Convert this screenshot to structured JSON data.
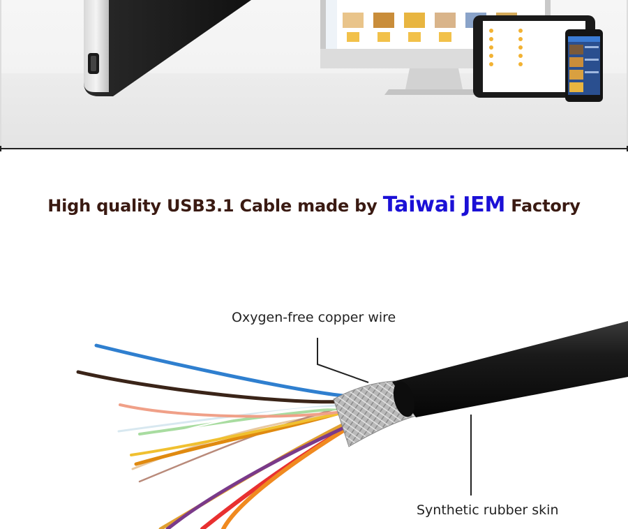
{
  "heading": {
    "before": "High quality USB3.1 Cable made by",
    "accent": "Taiwai JEM",
    "after": "Factory",
    "text_color": "#3a1a12",
    "accent_color": "#1b10d6"
  },
  "labels": {
    "copper": "Oxygen-free copper wire",
    "rubber": "Synthetic rubber skin"
  },
  "wire_colors": [
    "#2f7fcf",
    "#3a2418",
    "#f0a088",
    "#a8dca0",
    "#f0c030",
    "#e08a10",
    "#f08a30",
    "#e83030",
    "#7a3a8a",
    "#e8c8a0",
    "#ffffff"
  ],
  "icons": [
    "hard-drive-icon",
    "desktop-monitor-icon",
    "tablet-icon",
    "phone-icon"
  ]
}
